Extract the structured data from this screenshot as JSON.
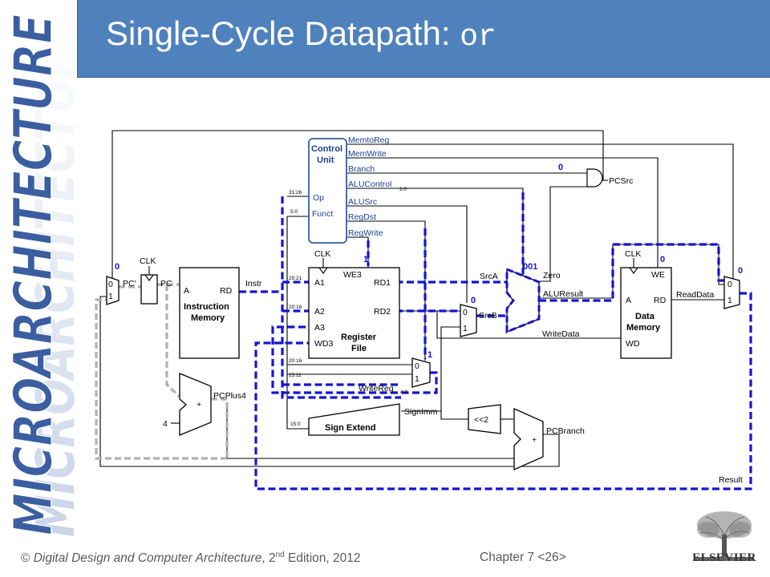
{
  "title": {
    "main": "Single-Cycle Datapath: ",
    "code": "or"
  },
  "side_banner": "MICROARCHITECTURE",
  "footer": {
    "copyright": "© ",
    "book": "Digital Design and Computer Architecture",
    "edition_pre": ", 2",
    "edition_sup": "nd",
    "edition_post": " Edition, 2012"
  },
  "chapter": "Chapter 7 <26>",
  "logo": {
    "text": "ELSEVIER"
  },
  "colors": {
    "title_bg": "#4f81bd",
    "active_path": "#1414d6",
    "inactive_path": "#b0b0b0",
    "control_wire": "#4a6ea8",
    "banner": "#3a5ea0"
  },
  "diagram": {
    "control_unit": {
      "title1": "Control",
      "title2": "Unit",
      "in_op": "Op",
      "in_funct": "Funct",
      "outputs": [
        "MemtoReg",
        "MemWrite",
        "Branch",
        "ALUControl",
        "ALUSrc",
        "RegDst",
        "RegWrite"
      ],
      "alucontrol_sub": "2:0"
    },
    "bit_fields": {
      "op": "31:26",
      "funct": "5:0",
      "rs": "25:21",
      "rt": "20:16",
      "rt2": "20:16",
      "rd": "15:11",
      "imm": "15:0"
    },
    "blocks": {
      "instr_mem": {
        "line1": "Instruction",
        "line2": "Memory",
        "port_a": "A",
        "port_rd": "RD"
      },
      "reg_file": {
        "line1": "Register",
        "line2": "File",
        "a1": "A1",
        "a2": "A2",
        "a3": "A3",
        "wd3": "WD3",
        "we3": "WE3",
        "rd1": "RD1",
        "rd2": "RD2"
      },
      "data_mem": {
        "line1": "Data",
        "line2": "Memory",
        "a": "A",
        "rd": "RD",
        "wd": "WD",
        "we": "WE"
      },
      "sign_extend": "Sign Extend",
      "shift": "<<2"
    },
    "signals": {
      "pc": "PC",
      "pc_prime": "PC'",
      "instr": "Instr",
      "clk": "CLK",
      "srca": "SrcA",
      "srcb": "SrcB",
      "zero": "Zero",
      "aluresult": "ALUResult",
      "writedata": "WriteData",
      "readdata": "ReadData",
      "result": "Result",
      "pcplus4": "PCPlus4",
      "pcbranch": "PCBranch",
      "signimm": "SignImm",
      "writereg": "WriteReg",
      "writereg_sub": "4:0",
      "pcsrc": "PCSrc",
      "four": "4",
      "plus": "+"
    },
    "mux_inputs": {
      "zero_in": "0",
      "one_in": "1"
    },
    "values": {
      "pcsrc_mux": "0",
      "regwrite": "1",
      "alusrc": "0",
      "alucontrol": "001",
      "memwrite": "0",
      "memtoreg": "0",
      "regdst": "1",
      "branch": "0"
    }
  }
}
